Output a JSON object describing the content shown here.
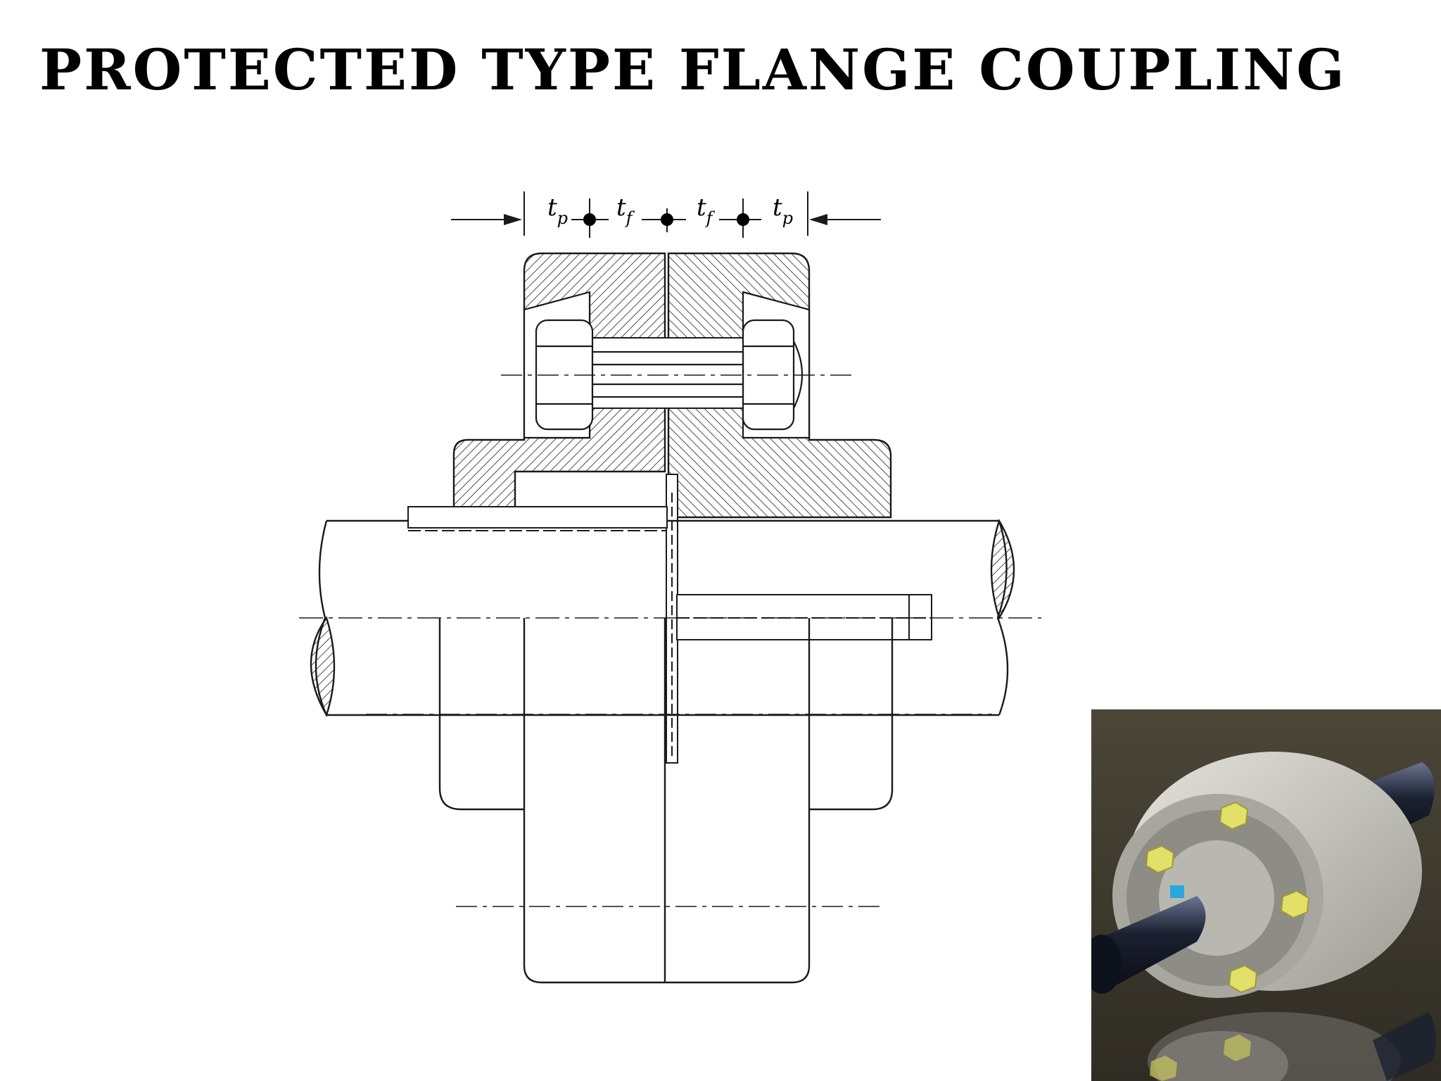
{
  "title": "PROTECTED TYPE FLANGE COUPLING",
  "dimensions": [
    {
      "symbol": "t",
      "sub": "p"
    },
    {
      "symbol": "t",
      "sub": "f"
    },
    {
      "symbol": "t",
      "sub": "f"
    },
    {
      "symbol": "t",
      "sub": "p"
    }
  ],
  "colors": {
    "line": "#1a1a1a",
    "photo_background": "#4e4a3c",
    "coupling_body": "#c9c8c0",
    "bolt_nut": "#e3e06a",
    "shaft": "#1c2233",
    "key": "#2aa7dd"
  }
}
